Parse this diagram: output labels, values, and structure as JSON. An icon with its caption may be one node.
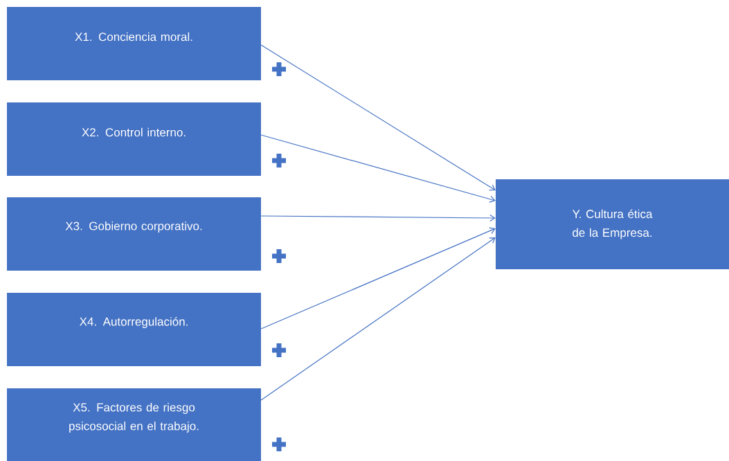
{
  "diagram": {
    "nodes": [
      {
        "text": [
          "X1. Conciencia moral."
        ]
      },
      {
        "text": [
          "X2. Control interno."
        ]
      },
      {
        "text": [
          "X3. Gobierno corporativo."
        ]
      },
      {
        "text": [
          "X4. Autorregulación."
        ]
      },
      {
        "text": [
          "X5. Factores de riesgo psicosocial en el trabajo."
        ]
      },
      {
        "text": [
          "Y. Cultura ética de la Empresa."
        ]
      }
    ],
    "edges": [
      {
        "from": 0,
        "to": 5,
        "arrow": "to"
      },
      {
        "from": 1,
        "to": 5,
        "arrow": "to"
      },
      {
        "from": 2,
        "to": 5,
        "arrow": "to"
      },
      {
        "from": 3,
        "to": 5,
        "arrow": "to"
      },
      {
        "from": 4,
        "to": 5,
        "arrow": "to"
      }
    ]
  }
}
